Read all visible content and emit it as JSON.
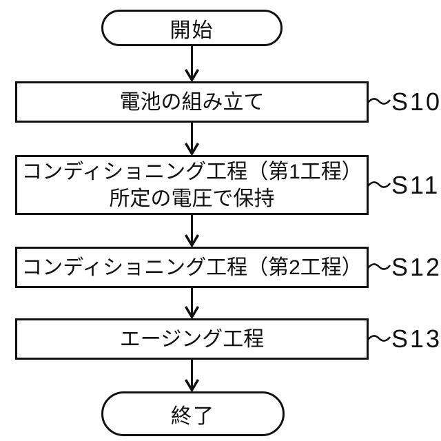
{
  "colors": {
    "line": "#111111",
    "background": "#ffffff"
  },
  "flowchart": {
    "start_label": "開始",
    "end_label": "終了",
    "steps": [
      {
        "ref": "S10",
        "lines": [
          "電池の組み立て"
        ]
      },
      {
        "ref": "S11",
        "lines": [
          "コンディショニング工程（第1工程）",
          "所定の電圧で保持"
        ]
      },
      {
        "ref": "S12",
        "lines": [
          "コンディショニング工程（第2工程）"
        ]
      },
      {
        "ref": "S13",
        "lines": [
          "エージング工程"
        ]
      }
    ]
  }
}
